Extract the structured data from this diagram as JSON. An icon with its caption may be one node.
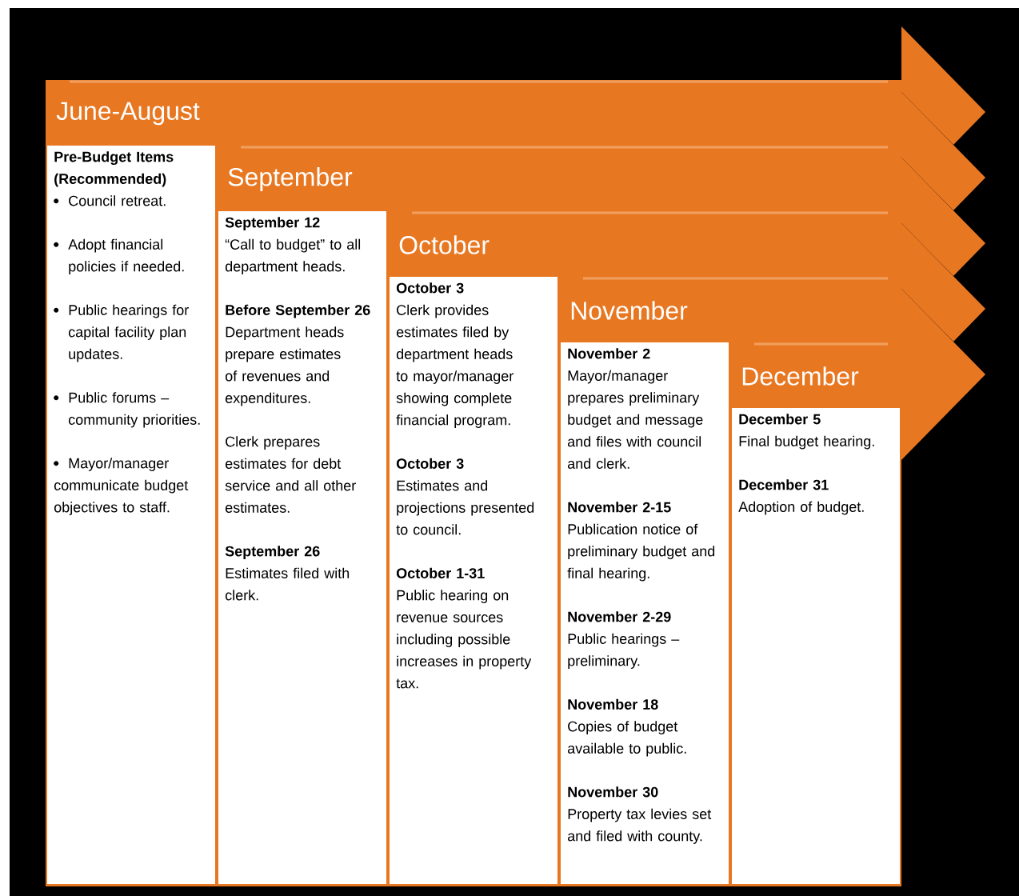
{
  "diagram": {
    "nodes": [
      {
        "text": [
          "June-August"
        ]
      },
      {
        "in": 0,
        "text": [
          "Pre-Budget Items (Recommended)",
          "Council retreat.",
          "Adopt financial policies if needed.",
          "Public hearings for capital facility plan updates.",
          "Public forums – community priorities.",
          "Mayor/manager communicate budget objectives to staff."
        ]
      },
      {
        "text": [
          "September"
        ]
      },
      {
        "in": 2,
        "text": [
          "September 12",
          "“Call to budget” to all department heads.",
          "Before September 26",
          "Department heads prepare estimates of revenues and expenditures.",
          "Clerk prepares estimates for debt service and all other estimates.",
          "September 26",
          "Estimates filed with clerk."
        ]
      },
      {
        "text": [
          "October"
        ]
      },
      {
        "in": 4,
        "text": [
          "October 3",
          "Clerk provides estimates filed by department heads to mayor/manager showing complete financial program.",
          "October 3",
          "Estimates and projections presented to council.",
          "October 1-31",
          "Public hearing on revenue sources including possible increases in property tax."
        ]
      },
      {
        "text": [
          "November"
        ]
      },
      {
        "in": 6,
        "text": [
          "November 2",
          "Mayor/manager prepares preliminary budget and message and files with council and clerk.",
          "November 2-15",
          "Publication notice of preliminary budget and final hearing.",
          "November 2-29",
          "Public hearings – preliminary.",
          "November 18",
          "Copies of budget available to public.",
          "November 30",
          "Property tax levies set and filed with county."
        ]
      },
      {
        "text": [
          "December"
        ]
      },
      {
        "in": 8,
        "text": [
          "December 5",
          "Final budget hearing.",
          "December 31",
          "Adoption of budget."
        ]
      }
    ]
  }
}
